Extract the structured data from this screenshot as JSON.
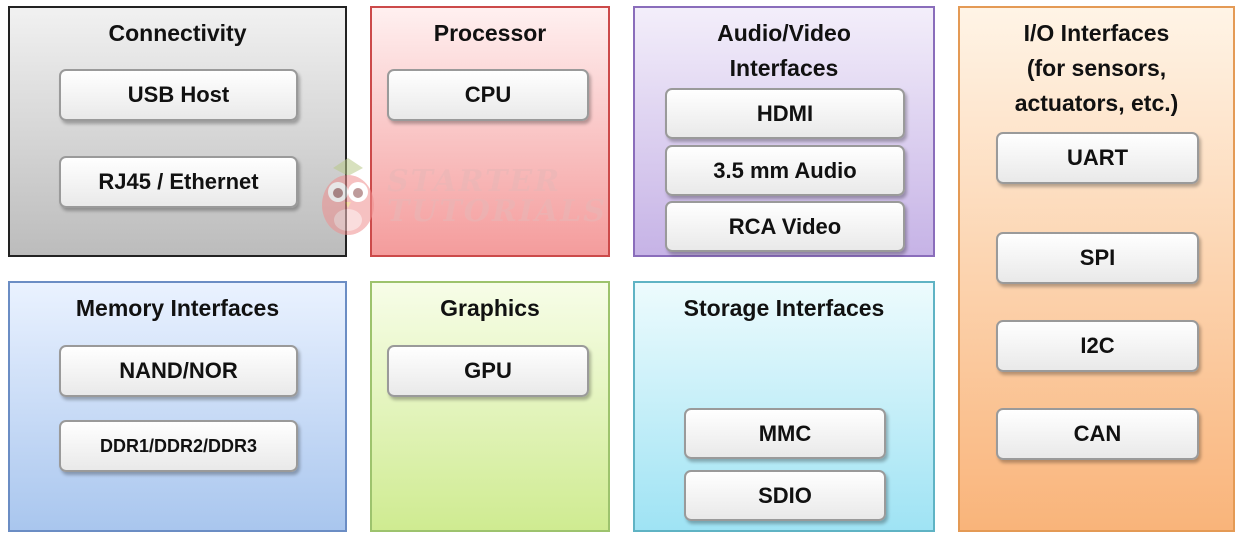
{
  "blocks": {
    "connectivity": {
      "title": "Connectivity",
      "items": [
        "USB Host",
        "RJ45 / Ethernet"
      ]
    },
    "processor": {
      "title": "Processor",
      "items": [
        "CPU"
      ]
    },
    "audio_video": {
      "title_lines": [
        "Audio/Video",
        "Interfaces"
      ],
      "items": [
        "HDMI",
        "3.5 mm Audio",
        "RCA Video"
      ]
    },
    "io": {
      "title_lines": [
        "I/O Interfaces",
        "(for sensors,",
        "actuators, etc.)"
      ],
      "items": [
        "UART",
        "SPI",
        "I2C",
        "CAN"
      ]
    },
    "memory": {
      "title": "Memory Interfaces",
      "items": [
        "NAND/NOR",
        "DDR1/DDR2/DDR3"
      ]
    },
    "graphics": {
      "title": "Graphics",
      "items": [
        "GPU"
      ]
    },
    "storage": {
      "title": "Storage Interfaces",
      "items": [
        "MMC",
        "SDIO"
      ]
    }
  },
  "watermark": {
    "line1": "STARTER",
    "line2": "TUTORIALS"
  },
  "colors": {
    "connectivity": "#bcbcbc",
    "processor": "#f49c9c",
    "audio_video": "#c6b3e6",
    "io": "#f9b47a",
    "memory": "#a9c6ee",
    "graphics": "#cfeb91",
    "storage": "#9fe3f4"
  }
}
